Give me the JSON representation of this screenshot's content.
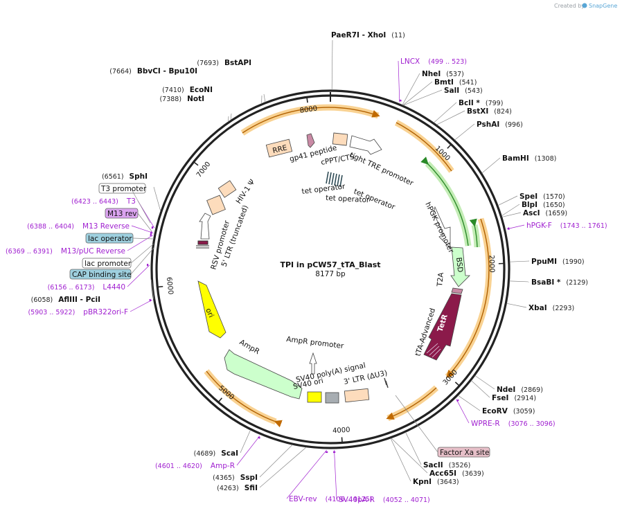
{
  "credit": {
    "prefix": "Created by",
    "brand": "SnapGene"
  },
  "plasmid": {
    "name": "TPI in pCW57_tTA_Blast",
    "length_label": "8177 bp",
    "length": 8177
  },
  "colors": {
    "backbone": "#222222",
    "primer": "#a020d0",
    "enzyme_line": "#888888",
    "ori": "#ffff00",
    "ampR": "#ccffcc",
    "orange_arc": "#f5a623",
    "green_arc": "#33a532",
    "tetR": "#8b1a4a"
  },
  "ticks": [
    {
      "label": "1000",
      "pos": 1000
    },
    {
      "label": "2000",
      "pos": 2000
    },
    {
      "label": "3000",
      "pos": 3000
    },
    {
      "label": "4000",
      "pos": 4000
    },
    {
      "label": "5000",
      "pos": 5000
    },
    {
      "label": "6000",
      "pos": 6000
    },
    {
      "label": "7000",
      "pos": 7000
    },
    {
      "label": "8000",
      "pos": 8000
    }
  ],
  "enzymes": [
    {
      "name": "PaeR7I",
      "name2": "XhoI",
      "pos_label": "(11)",
      "pos": 11
    },
    {
      "name": "NheI",
      "pos_label": "(537)",
      "pos": 537
    },
    {
      "name": "BmtI",
      "pos_label": "(541)",
      "pos": 541
    },
    {
      "name": "SalI",
      "pos_label": "(543)",
      "pos": 543
    },
    {
      "name": "BclI *",
      "pos_label": "(799)",
      "pos": 799
    },
    {
      "name": "BstXI",
      "pos_label": "(824)",
      "pos": 824
    },
    {
      "name": "PshAI",
      "pos_label": "(996)",
      "pos": 996
    },
    {
      "name": "BamHI",
      "pos_label": "(1308)",
      "pos": 1308
    },
    {
      "name": "SpeI",
      "pos_label": "(1570)",
      "pos": 1570
    },
    {
      "name": "BlpI",
      "pos_label": "(1650)",
      "pos": 1650
    },
    {
      "name": "AscI",
      "pos_label": "(1659)",
      "pos": 1659
    },
    {
      "name": "PpuMI",
      "pos_label": "(1990)",
      "pos": 1990
    },
    {
      "name": "BsaBI *",
      "pos_label": "(2129)",
      "pos": 2129
    },
    {
      "name": "XbaI",
      "pos_label": "(2293)",
      "pos": 2293
    },
    {
      "name": "NdeI",
      "pos_label": "(2869)",
      "pos": 2869
    },
    {
      "name": "FseI",
      "pos_label": "(2914)",
      "pos": 2914
    },
    {
      "name": "EcoRV",
      "pos_label": "(3059)",
      "pos": 3059
    },
    {
      "name": "SacII",
      "pos_label": "(3526)",
      "pos": 3526
    },
    {
      "name": "Acc65I",
      "pos_label": "(3639)",
      "pos": 3639
    },
    {
      "name": "KpnI",
      "pos_label": "(3643)",
      "pos": 3643
    },
    {
      "name": "SfiI",
      "pos_label": "(4263)",
      "pos": 4263
    },
    {
      "name": "SspI",
      "pos_label": "(4365)",
      "pos": 4365
    },
    {
      "name": "ScaI",
      "pos_label": "(4689)",
      "pos": 4689
    },
    {
      "name": "AflIII",
      "name2": "PciI",
      "pos_label": "(6058)",
      "pos": 6058
    },
    {
      "name": "SphI",
      "pos_label": "(6561)",
      "pos": 6561
    },
    {
      "name": "NotI",
      "pos_label": "(7388)",
      "pos": 7388
    },
    {
      "name": "EcoNI",
      "pos_label": "(7410)",
      "pos": 7410
    },
    {
      "name": "BbvCI",
      "name2": "Bpu10I",
      "pos_label": "(7664)",
      "pos": 7664
    },
    {
      "name": "BstAPI",
      "pos_label": "(7693)",
      "pos": 7693
    }
  ],
  "primers": [
    {
      "name": "LNCX",
      "range": "(499 .. 523)",
      "pos": 511
    },
    {
      "name": "hPGK-F",
      "range": "(1743 .. 1761)",
      "pos": 1752
    },
    {
      "name": "WPRE-R",
      "range": "(3076 .. 3096)",
      "pos": 3086
    },
    {
      "name": "SV40pA-R",
      "range": "(4052 .. 4071)",
      "pos": 4061
    },
    {
      "name": "EBV-rev",
      "range": "(4106 .. 4125)",
      "pos": 4115
    },
    {
      "name": "Amp-R",
      "range": "(4601 .. 4620)",
      "pos": 4610
    },
    {
      "name": "pBR322ori-F",
      "range": "(5903 .. 5922)",
      "pos": 5912
    },
    {
      "name": "L4440",
      "range": "(6156 .. 6173)",
      "pos": 6164
    },
    {
      "name": "M13/pUC Reverse",
      "range": "(6369 .. 6391)",
      "pos": 6380
    },
    {
      "name": "M13 Reverse",
      "range": "(6388 .. 6404)",
      "pos": 6396
    },
    {
      "name": "T3",
      "range": "(6423 .. 6443)",
      "pos": 6433
    }
  ],
  "boxed_features": [
    {
      "name": "T3 promoter",
      "style": "white"
    },
    {
      "name": "M13 rev",
      "style": "purple"
    },
    {
      "name": "lac operator",
      "style": "teal"
    },
    {
      "name": "lac promoter",
      "style": "white"
    },
    {
      "name": "CAP binding site",
      "style": "teal"
    },
    {
      "name": "Factor Xa site",
      "style": "pink"
    }
  ],
  "features": [
    {
      "name": "RRE"
    },
    {
      "name": "gp41 peptide"
    },
    {
      "name": "cPPT/CTS"
    },
    {
      "name": "tight TRE promoter"
    },
    {
      "name": "tet operator"
    },
    {
      "name": "tet operator"
    },
    {
      "name": "tet operator"
    },
    {
      "name": "hPGK promoter"
    },
    {
      "name": "BSD"
    },
    {
      "name": "T2A"
    },
    {
      "name": "tTA-Advanced"
    },
    {
      "name": "TetR"
    },
    {
      "name": "AmpR promoter"
    },
    {
      "name": "SV40 poly(A) signal"
    },
    {
      "name": "SV40 ori"
    },
    {
      "name": "3' LTR (ΔU3)"
    },
    {
      "name": "AmpR"
    },
    {
      "name": "ori"
    },
    {
      "name": "RSV promoter"
    },
    {
      "name": "5' LTR (truncated)"
    },
    {
      "name": "HIV-1 Ψ"
    }
  ]
}
